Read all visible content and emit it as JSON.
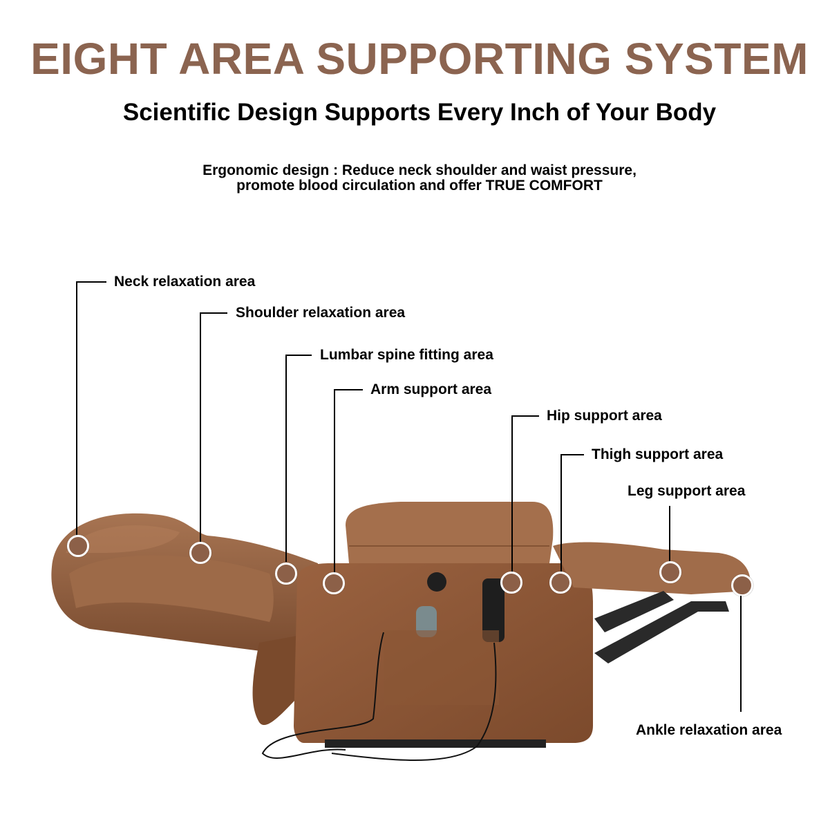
{
  "header": {
    "title": "EIGHT AREA SUPPORTING SYSTEM",
    "subtitle": "Scientific Design Supports Every Inch of Your Body",
    "description_line1": "Ergonomic design : Reduce neck shoulder and waist pressure,",
    "description_line2": "promote blood circulation and offer TRUE COMFORT"
  },
  "colors": {
    "title": "#8b6450",
    "marker": "#8c6048",
    "leather": "#8a5a3a",
    "text": "#000000"
  },
  "areas": [
    {
      "label": "Neck relaxation area"
    },
    {
      "label": "Shoulder relaxation area"
    },
    {
      "label": "Lumbar spine fitting area"
    },
    {
      "label": "Arm support area"
    },
    {
      "label": "Hip support area"
    },
    {
      "label": "Thigh support area"
    },
    {
      "label": "Leg support area"
    },
    {
      "label": "Ankle relaxation area"
    }
  ],
  "image": {
    "subject": "brown leather power lift recliner in fully reclined position with remote controls"
  }
}
